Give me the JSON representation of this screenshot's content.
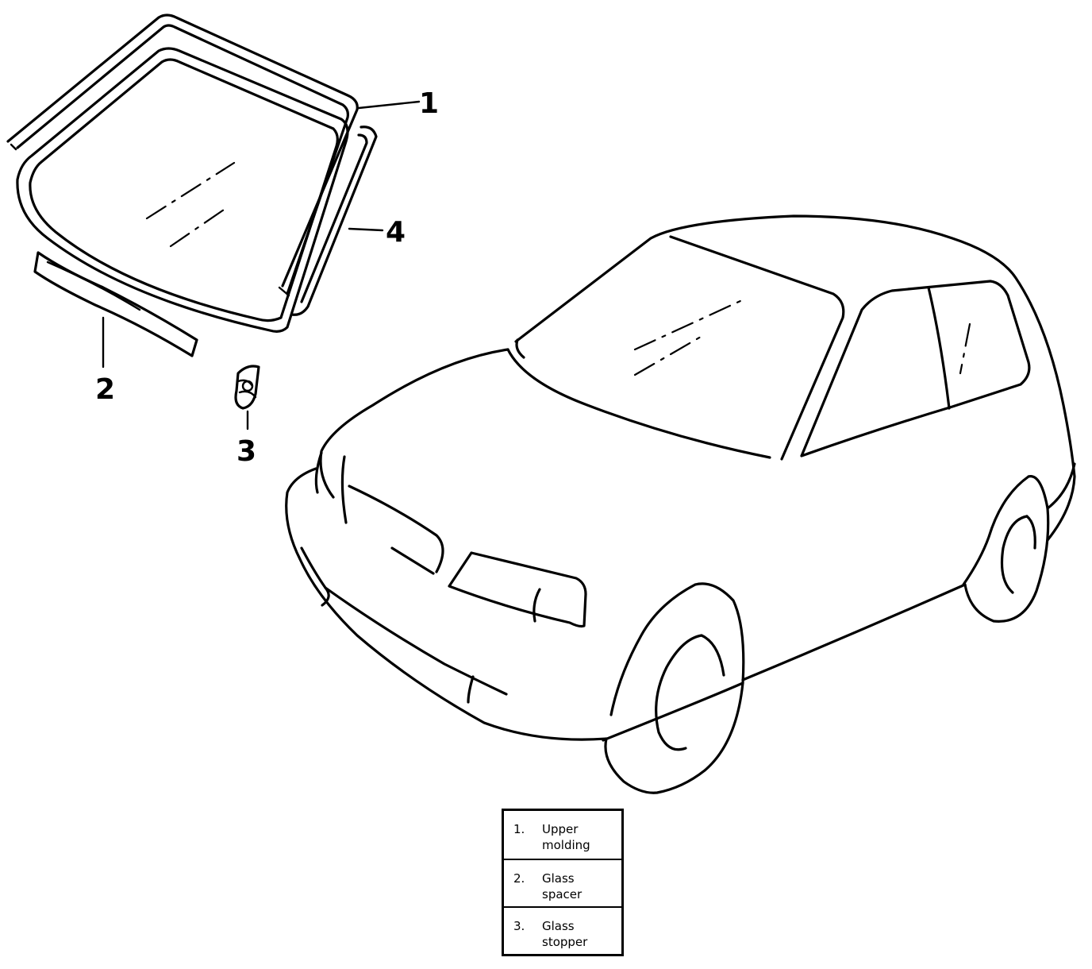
{
  "callouts": [
    {
      "id": "1",
      "label": "1"
    },
    {
      "id": "2",
      "label": "2"
    },
    {
      "id": "3",
      "label": "3"
    },
    {
      "id": "4",
      "label": "4"
    }
  ],
  "legend": [
    {
      "num": "1.",
      "text": "Upper molding"
    },
    {
      "num": "2.",
      "text": "Glass spacer"
    },
    {
      "num": "3.",
      "text": "Glass stopper"
    }
  ]
}
